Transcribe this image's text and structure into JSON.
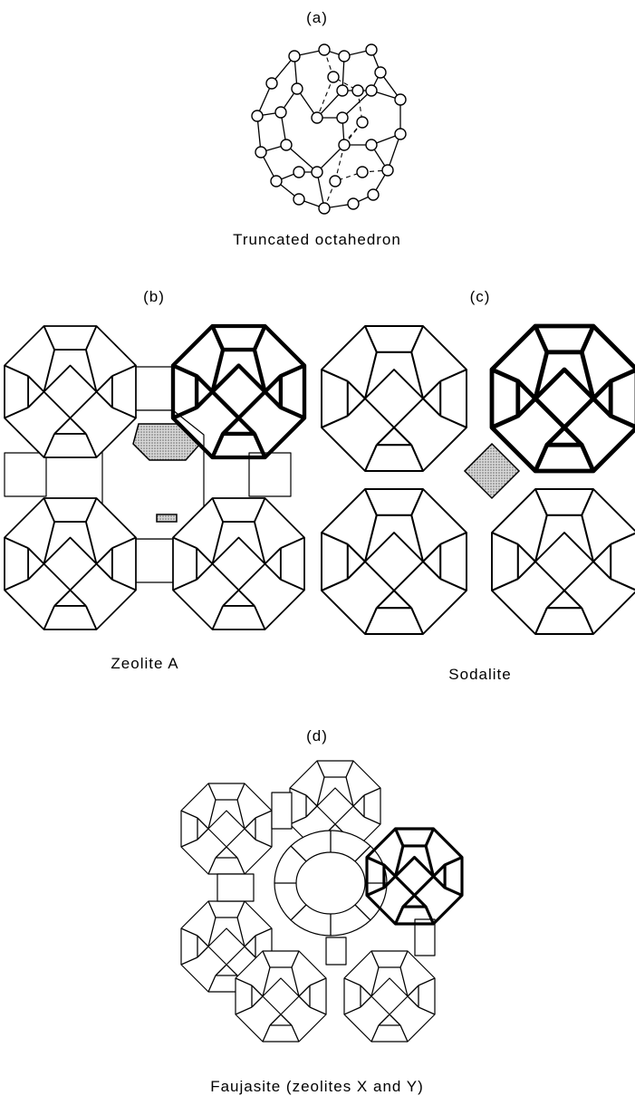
{
  "figure": {
    "panel_a": {
      "tag": "(a)",
      "caption": "Truncated octahedron"
    },
    "panel_b": {
      "tag": "(b)",
      "caption": "Zeolite A"
    },
    "panel_c": {
      "tag": "(c)",
      "caption": "Sodalite"
    },
    "panel_d": {
      "tag": "(d)",
      "caption": "Faujasite (zeolites X and Y)"
    }
  }
}
